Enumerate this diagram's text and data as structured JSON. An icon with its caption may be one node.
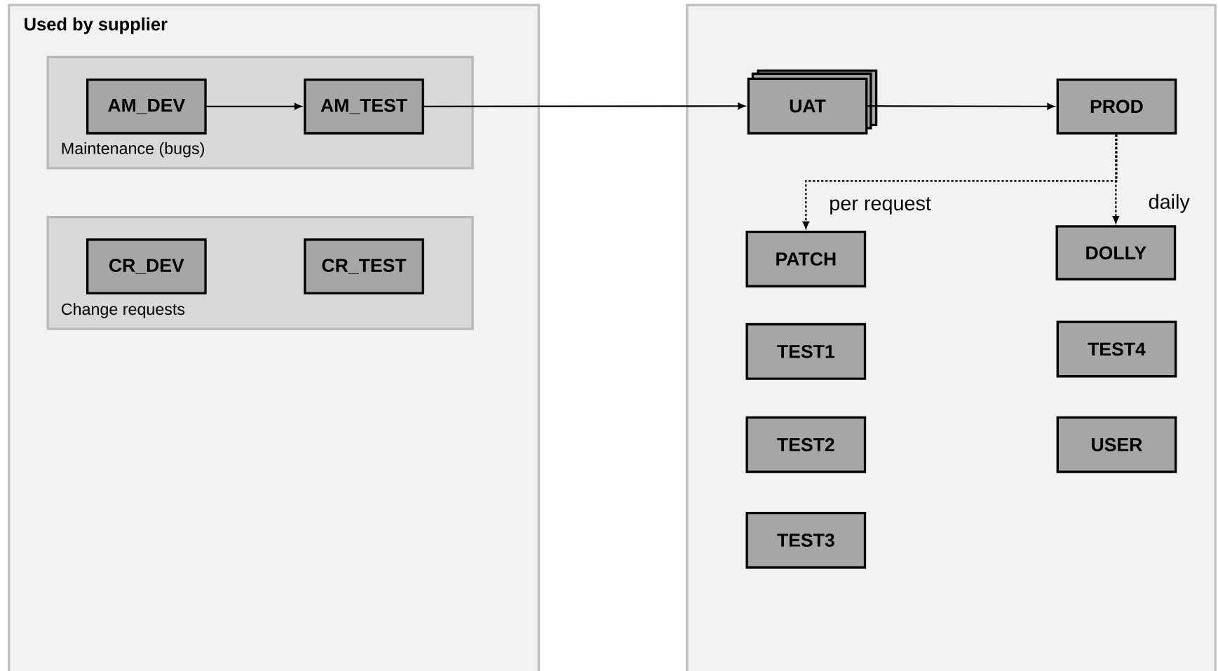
{
  "diagram": {
    "nodes": [
      {
        "text": [
          "Used by supplier"
        ]
      },
      {
        "text": [
          "Maintenance (bugs)"
        ],
        "in": 0
      },
      {
        "text": [
          "AM_DEV"
        ],
        "in": 1
      },
      {
        "text": [
          "AM_TEST"
        ],
        "in": 1
      },
      {
        "text": [
          "Change requests"
        ],
        "in": 0
      },
      {
        "text": [
          "CR_DEV"
        ],
        "in": 4
      },
      {
        "text": [
          "CR_TEST"
        ],
        "in": 4
      },
      {
        "text": [],
        "shape": "box"
      },
      {
        "text": [
          "UAT"
        ],
        "in": 7
      },
      {
        "text": [
          "PROD"
        ],
        "in": 7
      },
      {
        "text": [
          "PATCH"
        ],
        "in": 7
      },
      {
        "text": [
          "DOLLY"
        ],
        "in": 7
      },
      {
        "text": [
          "TEST1"
        ],
        "in": 7
      },
      {
        "text": [
          "TEST4"
        ],
        "in": 7
      },
      {
        "text": [
          "TEST2"
        ],
        "in": 7
      },
      {
        "text": [
          "USER"
        ],
        "in": 7
      },
      {
        "text": [
          "TEST3"
        ],
        "in": 7
      }
    ],
    "edges": [
      {
        "from": 2,
        "to": 3,
        "arrow": "to"
      },
      {
        "from": 3,
        "to": 8,
        "arrow": "to"
      },
      {
        "from": 8,
        "to": 9,
        "arrow": "to"
      },
      {
        "from": 9,
        "to": 10,
        "arrow": "to",
        "label": "per request",
        "style": "dashed"
      },
      {
        "from": 9,
        "to": 11,
        "arrow": "to",
        "label": "daily",
        "style": "dashed"
      }
    ]
  }
}
